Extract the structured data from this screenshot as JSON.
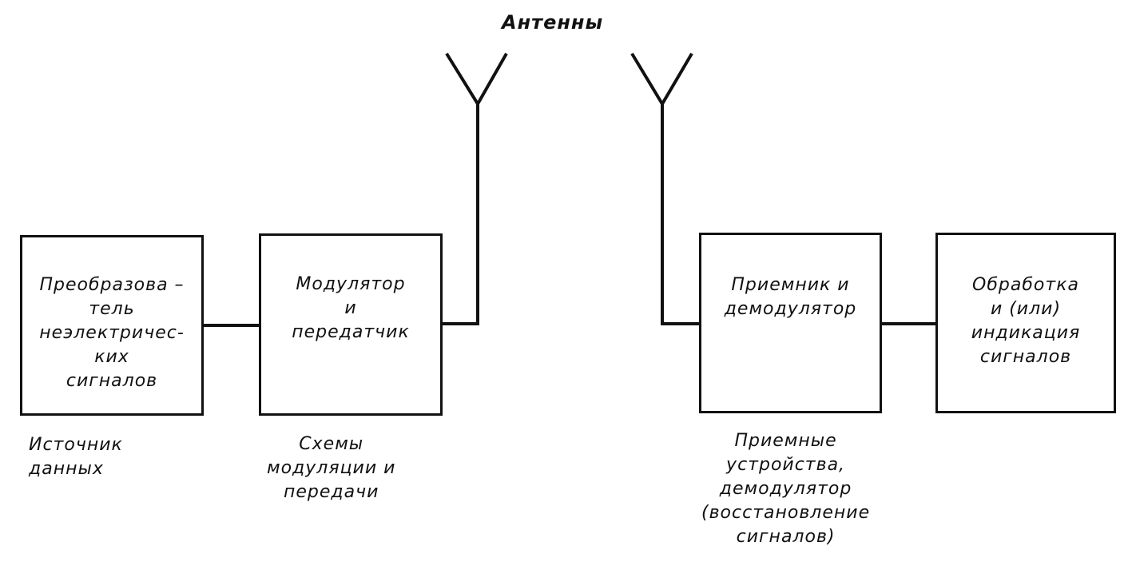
{
  "title": "Антенны",
  "blocks": {
    "converter": "Преобразова –\nтель\nнеэлектричес-\nких\nсигналов",
    "modulator": "Модулятор\nи\nпередатчик",
    "receiver": "Приемник  и\nдемодулятор",
    "processing": "Обработка\nи (или)\nиндикация\nсигналов"
  },
  "captions": {
    "source": "Источник\nданных",
    "transmission": "Схемы\nмодуляции  и\nпередачи",
    "reception": "Приемные\nустройства,\nдемодулятор\n(восстановление\nсигналов)"
  }
}
